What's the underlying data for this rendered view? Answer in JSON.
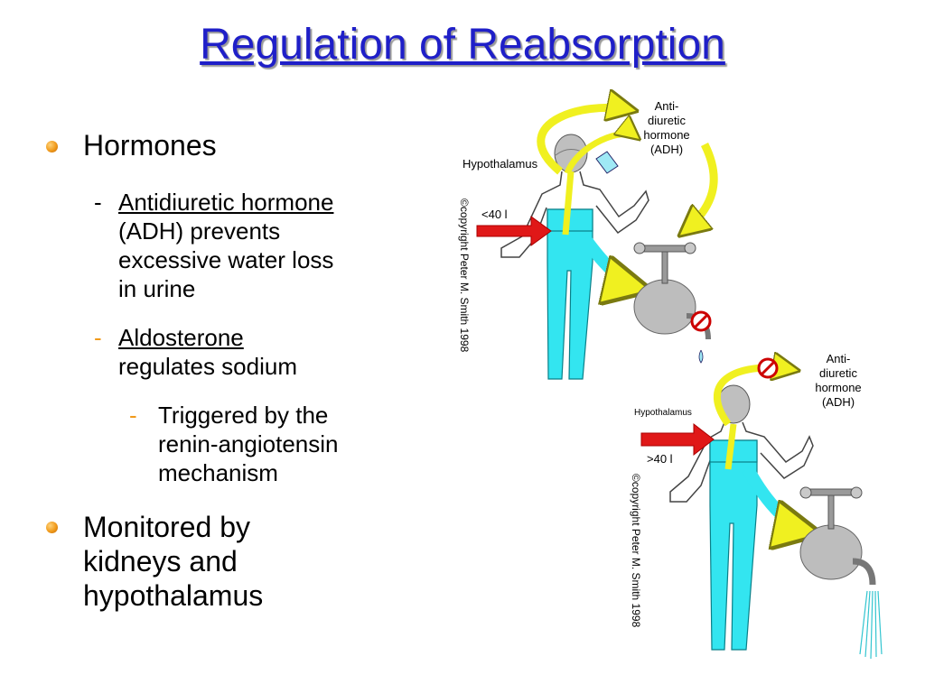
{
  "title": "Regulation of Reabsorption",
  "bullets": [
    {
      "text": "Hormones",
      "subitems": [
        {
          "dash": "-",
          "underlined": "Antidiuretic hormone",
          "lines": [
            "(ADH) prevents",
            "excessive water loss",
            "in urine"
          ]
        },
        {
          "dash": "-",
          "underlined": "Aldosterone",
          "lines": [
            "regulates sodium"
          ],
          "subitems": [
            {
              "dash": "-",
              "lines": [
                "Triggered by the",
                "renin-angiotensin",
                "mechanism"
              ]
            }
          ]
        }
      ]
    },
    {
      "text": "Monitored by kidneys and hypothalamus",
      "lines": [
        "Monitored by",
        "kidneys and",
        "hypothalamus"
      ]
    }
  ],
  "diagram_top": {
    "hormone_label": [
      "Anti-",
      "diuretic",
      "hormone",
      "(ADH)"
    ],
    "hypothalamus_label": "Hypothalamus",
    "intake_label": "<40 l",
    "copyright": "©copyright Peter M. Smith 1998"
  },
  "diagram_bottom": {
    "hormone_label": [
      "Anti-",
      "diuretic",
      "hormone",
      "(ADH)"
    ],
    "hypothalamus_label": "Hypothalamus",
    "intake_label": ">40 l",
    "copyright": "©copyright Peter M. Smith 1998"
  },
  "colors": {
    "title": "#1f1fc8",
    "bullet": "#f09a1a",
    "body": "#33e5f0",
    "arrow_red": "#e01818",
    "arrow_yellow": "#f0f020",
    "kidney": "#bdbdbd"
  }
}
